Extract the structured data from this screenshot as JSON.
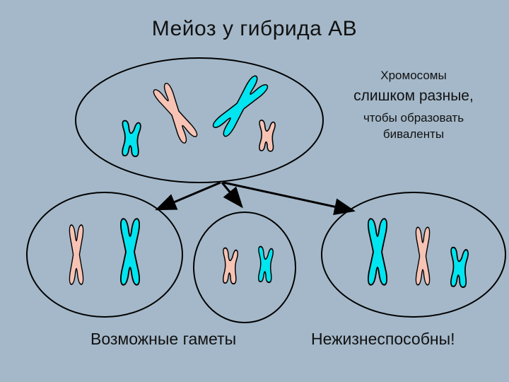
{
  "title": "Мейоз у гибрида АВ",
  "note": {
    "line1": "Хромосомы",
    "line2": "слишком разные,",
    "line3": "чтобы образовать",
    "line4": "биваленты"
  },
  "captions": {
    "left": "Возможные гаметы",
    "right": "Нежизнеспособны!"
  },
  "colors": {
    "background": "#a4b8c9",
    "chromosome_a": "#f6c3b4",
    "chromosome_b": "#00e5ef",
    "outline": "#000000"
  }
}
